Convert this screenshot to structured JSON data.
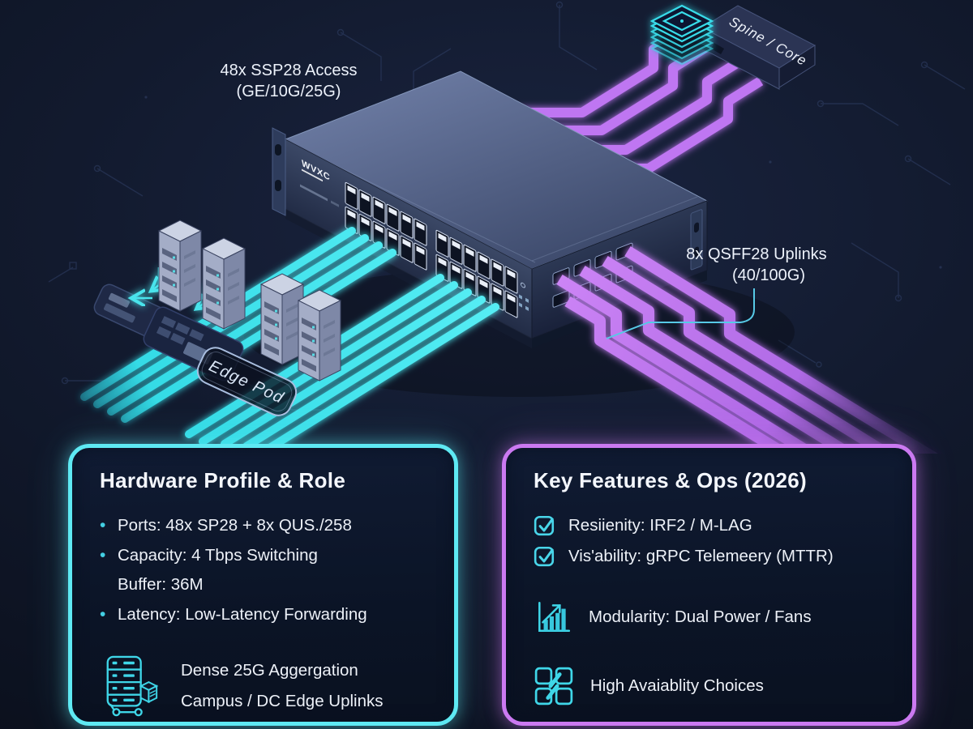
{
  "diagram": {
    "access_label": [
      "48x SSP28 Access",
      "(GE/10G/25G)"
    ],
    "uplink_label": [
      "8x QSFF28 Uplinks",
      "(40/100G)"
    ],
    "spine_label": "Spine / Core",
    "edge_pod_label": "Edge Pod",
    "switch_logo": "WVXC"
  },
  "cards": {
    "hardware": {
      "title": "Hardware Profile & Role",
      "bullets": [
        "Ports: 48x SP28 + 8x QUS./258",
        "Capacity: 4 Tbps Switching",
        "Buffer: 36M",
        "Latency: Low-Latency Forwarding"
      ],
      "footer_lines": [
        "Dense 25G Aggergation",
        "Campus / DC Edge Uplinks"
      ]
    },
    "features": {
      "title": "Key Features & Ops (2026)",
      "checklist": [
        "Resiienity: IRF2 / M-LAG",
        "Vis'ability: gRPC Telemeery (MTTR)"
      ],
      "items": [
        "Modularity: Dual Power / Fans",
        "High Avaiablity Choices"
      ]
    }
  },
  "colors": {
    "cyan": "#5ee9f3",
    "purple": "#cb79f1",
    "background": "#0c1322"
  }
}
